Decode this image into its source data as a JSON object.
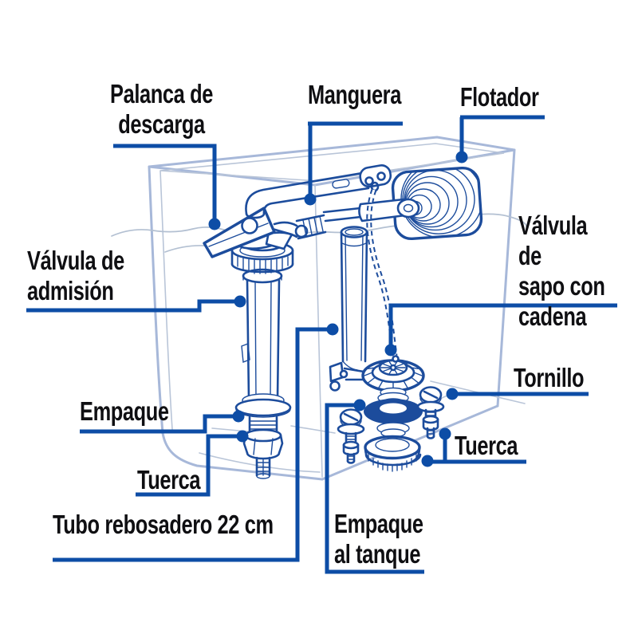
{
  "diagram": {
    "type": "exploded-parts-diagram",
    "subject": "toilet-tank-fill-and-flush-valve-mechanism",
    "language": "es"
  },
  "labels": {
    "palanca": "Palanca de\ndescarga",
    "manguera": "Manguera",
    "flotador": "Flotador",
    "valvula_sapo": "Válvula de\nsapo con\ncadena",
    "valvula_admision": "Válvula de\nadmisión",
    "empaque": "Empaque",
    "tuerca_izq": "Tuerca",
    "tubo_rebosadero": "Tubo rebosadero 22 cm",
    "empaque_tanque": "Empaque\nal tanque",
    "tornillo": "Tornillo",
    "tuerca_der": "Tuerca"
  },
  "colors": {
    "background": "#ffffff",
    "label_text": "#0f0f12",
    "leader_line": "#0d4da6",
    "line_art": "#1c4c9c",
    "tank_outline": "#a7b8d9",
    "water_line": "#b3c0d2"
  }
}
